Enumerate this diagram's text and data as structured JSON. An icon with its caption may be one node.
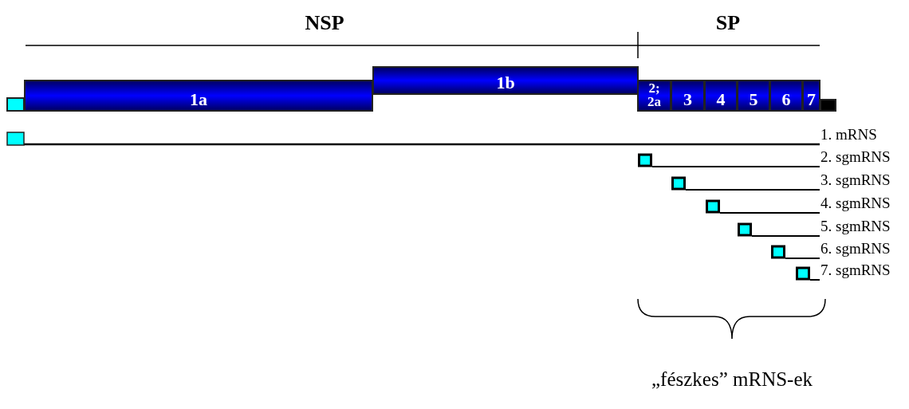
{
  "diagram": {
    "nodes": [
      {
        "text": [],
        "shape": "box"
      },
      {
        "text": [
          "1a"
        ]
      },
      {
        "text": [
          "1b"
        ]
      },
      {
        "text": [
          "2; 2a"
        ]
      },
      {
        "text": [
          "3"
        ]
      },
      {
        "text": [
          "4"
        ]
      },
      {
        "text": [
          "5"
        ]
      },
      {
        "text": [
          "6"
        ]
      },
      {
        "text": [
          "7"
        ]
      },
      {
        "text": [],
        "shape": "box"
      }
    ],
    "labels": [
      "NSP",
      "SP",
      "1. mRNS",
      "2. sgmRNS",
      "3. sgmRNS",
      "4. sgmRNS",
      "5. sgmRNS",
      "6. sgmRNS",
      "7. sgmRNS",
      "„fészkes” mRNS-ek"
    ]
  }
}
